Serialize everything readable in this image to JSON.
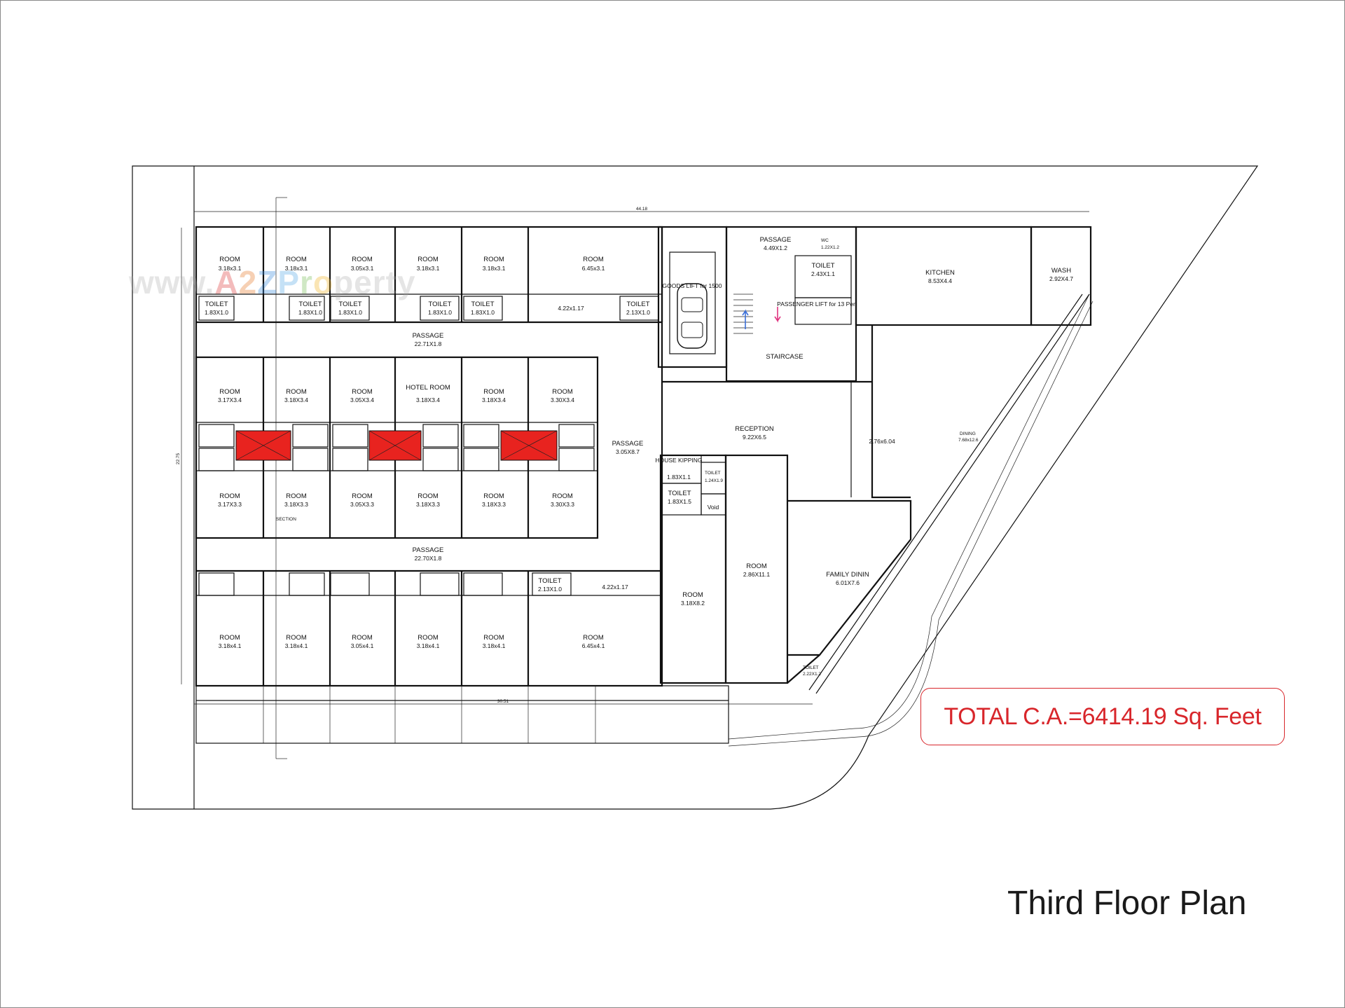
{
  "title": "Third Floor Plan",
  "total_area": "TOTAL C.A.=6414.19 Sq. Feet",
  "watermark": {
    "prefix": "www.",
    "a": "A",
    "two": "2",
    "z": "Z",
    "p": "P",
    "r": "r",
    "o": "o",
    "rest": "perty"
  },
  "overall_dims": {
    "top": "44.18",
    "bottom": "30.51",
    "left": "22.75"
  },
  "rooms": {
    "r1": {
      "name": "ROOM",
      "size": "3.18x3.1"
    },
    "r2": {
      "name": "ROOM",
      "size": "3.18x3.1"
    },
    "r3": {
      "name": "ROOM",
      "size": "3.05x3.1"
    },
    "r4": {
      "name": "ROOM",
      "size": "3.18x3.1"
    },
    "r5": {
      "name": "ROOM",
      "size": "3.18x3.1"
    },
    "r6": {
      "name": "ROOM",
      "size": "6.45x3.1"
    },
    "t1": {
      "name": "TOILET",
      "size": "1.83X1.0"
    },
    "t2": {
      "name": "TOILET",
      "size": "1.83X1.0"
    },
    "t3": {
      "name": "TOILET",
      "size": "1.83X1.0"
    },
    "t4": {
      "name": "TOILET",
      "size": "1.83X1.0"
    },
    "t5": {
      "name": "TOILET",
      "size": "1.83X1.0"
    },
    "t6": {
      "name": "TOILET",
      "size": "2.13X1.0"
    },
    "passage1": {
      "name": "PASSAGE",
      "size": "22.71X1.8"
    },
    "m1": {
      "name": "ROOM",
      "size": "3.17X3.4"
    },
    "m2": {
      "name": "ROOM",
      "size": "3.18X3.4"
    },
    "m3": {
      "name": "ROOM",
      "size": "3.05X3.4"
    },
    "m4": {
      "name": "HOTEL ROOM",
      "size": "3.18X3.4"
    },
    "m5": {
      "name": "ROOM",
      "size": "3.18X3.4"
    },
    "m6": {
      "name": "ROOM",
      "size": "3.30X3.4"
    },
    "mb1": {
      "name": "ROOM",
      "size": "3.17X3.3"
    },
    "mb2": {
      "name": "ROOM",
      "size": "3.18X3.3"
    },
    "mb3": {
      "name": "ROOM",
      "size": "3.05X3.3"
    },
    "mb4": {
      "name": "ROOM",
      "size": "3.18X3.3"
    },
    "mb5": {
      "name": "ROOM",
      "size": "3.18X3.3"
    },
    "mb6": {
      "name": "ROOM",
      "size": "3.30X3.3"
    },
    "passage2": {
      "name": "PASSAGE",
      "size": "22.70X1.8"
    },
    "b1": {
      "name": "ROOM",
      "size": "3.18x4.1"
    },
    "b2": {
      "name": "ROOM",
      "size": "3.18x4.1"
    },
    "b3": {
      "name": "ROOM",
      "size": "3.05x4.1"
    },
    "b4": {
      "name": "ROOM",
      "size": "3.18x4.1"
    },
    "b5": {
      "name": "ROOM",
      "size": "3.18x4.1"
    },
    "b6": {
      "name": "ROOM",
      "size": "6.45x4.1"
    },
    "bt6": {
      "name": "TOILET",
      "size": "2.13X1.0"
    },
    "passage3": {
      "name": "PASSAGE",
      "size": "3.05X8.7"
    },
    "passage_top": {
      "name": "PASSAGE",
      "size": "4.49X1.2"
    },
    "wc": {
      "name": "WC",
      "size": "1.22X1.2"
    },
    "toilet_k": {
      "name": "TOILET",
      "size": "2.43X1.1"
    },
    "kitchen": {
      "name": "KITCHEN",
      "size": "8.53X4.4"
    },
    "wash": {
      "name": "WASH",
      "size": "2.92X4.7"
    },
    "goods_lift": {
      "name": "GOODS LIFT for 1500"
    },
    "passenger_lift": {
      "name": "PASSENGER LIFT for 13 Per"
    },
    "staircase": {
      "name": "STAIRCASE"
    },
    "reception": {
      "name": "RECEPTION",
      "size": "9.22X6.5"
    },
    "reception_dim": {
      "name": "2.76x6.04"
    },
    "dining": {
      "name": "DINING",
      "size": "7.68x12.6"
    },
    "house_kipping": {
      "name": "HOUSE KIPPING",
      "size": "1.83X1.1"
    },
    "toilet_small": {
      "name": "TOILET",
      "size": "1.24X1.9"
    },
    "toilet_hk": {
      "name": "TOILET",
      "size": "1.83X1.5"
    },
    "void_label": {
      "name": "Void"
    },
    "room_big": {
      "name": "ROOM",
      "size": "2.86X11.1"
    },
    "room_mid": {
      "name": "ROOM",
      "size": "3.18X8.2"
    },
    "family": {
      "name": "FAMILY DININ",
      "size": "6.01X7.6"
    },
    "toilet_fd": {
      "name": "TOILET",
      "size": "2.22X1.2"
    },
    "section": {
      "name": "SECTION"
    },
    "corr_top": {
      "name": "4.22x1.17"
    },
    "corr_bot": {
      "name": "4.22x1.17"
    }
  },
  "void_label": "Void"
}
